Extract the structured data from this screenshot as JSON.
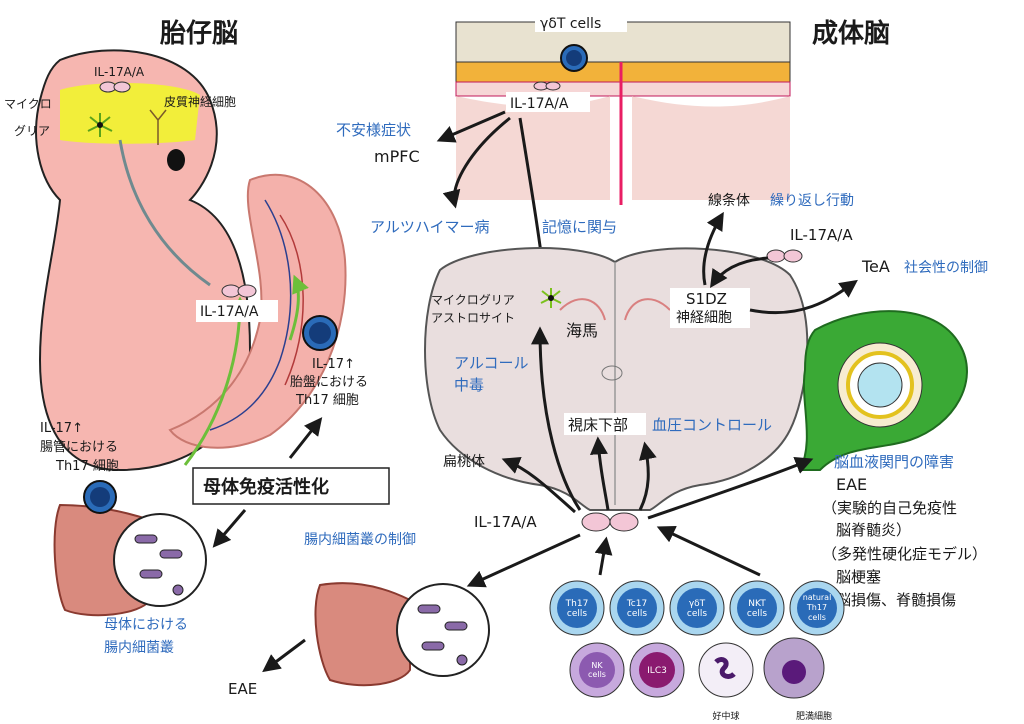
{
  "titles": {
    "fetal": "胎仔脳",
    "adult": "成体脑"
  },
  "colors": {
    "accent_blue": "#2f6bbd",
    "arrow": "#1a1a1a",
    "cytokine": "#f3c6d6",
    "microglia": "#7bc11d",
    "bbb_green": "#3aa935",
    "fetal_pink": "#f4b7b3",
    "brain_gray": "#e9dede"
  },
  "fetal": {
    "il17a_top": "IL-17A/A",
    "microglia_1": "マイクロ",
    "microglia_2": "グリア",
    "cortical_neuron": "皮質神経細胞",
    "il17a_mid": "IL-17A/A",
    "placenta_1": "IL-17↑",
    "placenta_2": "胎盤における",
    "placenta_3": "Th17 細胞",
    "gut_1": "IL-17↑",
    "gut_2": "腸管における",
    "gut_3": "Th17 細胞",
    "maternal_activation": "母体免疫活性化",
    "maternal_flora_1": "母体における",
    "maternal_flora_2": "腸内細菌叢",
    "gut_flora_control": "腸内細菌叢の制御",
    "eae": "EAE"
  },
  "adult": {
    "gdt_cells": "γδT cells",
    "il17a_meninges": "IL-17A/A",
    "anxiety": "不安様症状",
    "mpfc": "mPFC",
    "alzheimer": "アルツハイマー病",
    "memory": "記憶に関与",
    "striatum": "線条体",
    "repetitive": "繰り返し行動",
    "il17a_right": "IL-17A/A",
    "tea": "TeA",
    "social": "社会性の制御",
    "s1dz_1": "S1DZ",
    "s1dz_2": "神経細胞",
    "microglia_astro_1": "マイクログリア",
    "microglia_astro_2": "アストロサイト",
    "hippocampus": "海馬",
    "alcohol_1": "アルコール",
    "alcohol_2": "中毒",
    "hypothalamus": "視床下部",
    "bp_control": "血圧コントロール",
    "amygdala": "扁桃体",
    "il17a_bottom": "IL-17A/A",
    "bbb": "脳血液関門の障害",
    "eae": "EAE",
    "eae_desc_1": "（実験的自己免疫性",
    "eae_desc_2": "脳脊髄炎）",
    "eae_desc_3": "（多発性硬化症モデル）",
    "stroke": "脳梗塞",
    "injury": "脳損傷、脊髄損傷"
  },
  "cells_top": [
    {
      "l1": "Th17",
      "l2": "cells",
      "color": "#2a6bb8"
    },
    {
      "l1": "Tc17",
      "l2": "cells",
      "color": "#2a6bb8"
    },
    {
      "l1": "γδT",
      "l2": "cells",
      "color": "#2a6bb8"
    },
    {
      "l1": "NKT",
      "l2": "cells",
      "color": "#2a6bb8"
    },
    {
      "l1": "natural",
      "l2": "Th17",
      "l3": "cells",
      "color": "#2a6bb8"
    }
  ],
  "cells_bottom": [
    {
      "l1": "NK",
      "l2": "cells",
      "color": "#8c5ab0"
    },
    {
      "l1": "ILC3",
      "l2": "",
      "color": "#8a1a6f"
    },
    {
      "l1": "",
      "l2": "",
      "caption": "好中球",
      "color": "#d7c3e0"
    },
    {
      "l1": "",
      "l2": "",
      "caption": "肥満細胞",
      "color": "#b8a2cc"
    }
  ]
}
